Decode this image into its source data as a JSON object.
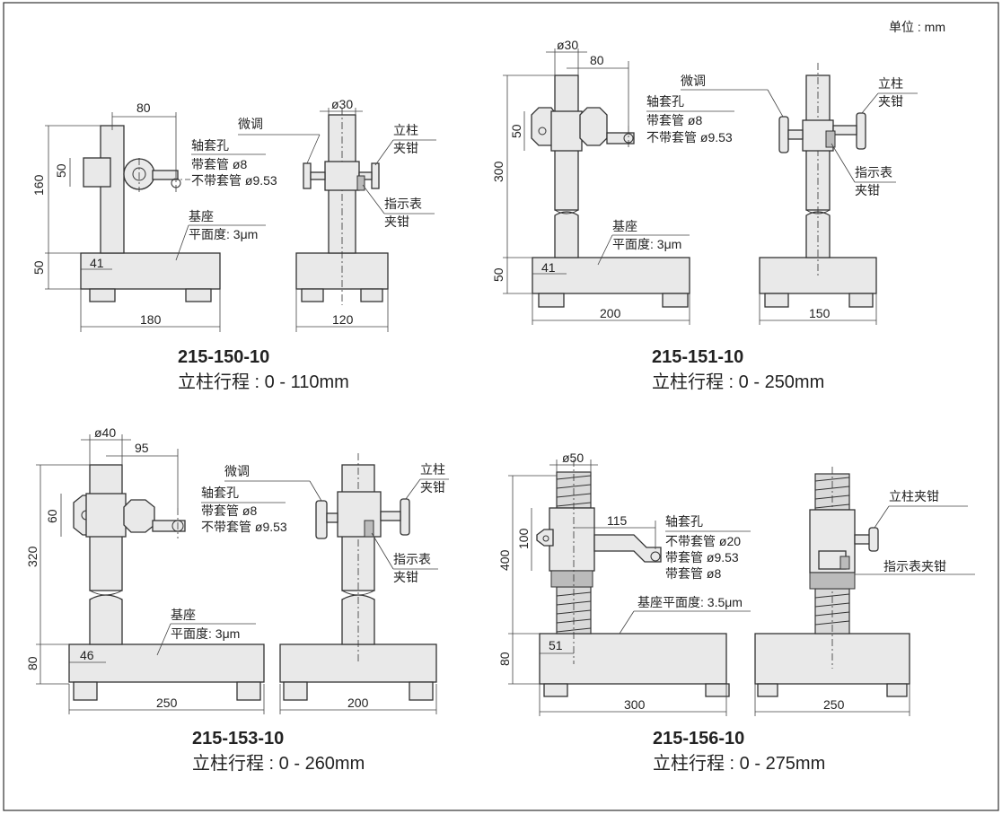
{
  "unit_label": "单位 : mm",
  "labels": {
    "spindle_hole": "轴套孔",
    "with_sleeve_8": "带套管 ø8",
    "without_sleeve_953": "不带套管 ø9.53",
    "without_sleeve_20": "不带套管 ø20",
    "with_sleeve_953": "带套管 ø9.53",
    "fine_adjust": "微调",
    "column": "立柱",
    "clamp": "夹钳",
    "indicator": "指示表",
    "base": "基座",
    "flatness_3": "平面度: 3μm",
    "flatness_35": "平面度: 3.5μm",
    "base_flatness_35": "基座平面度: 3.5μm",
    "column_clamp": "立柱夹钳",
    "indicator_clamp": "指示表夹钳"
  },
  "models": [
    {
      "code": "215-150-10",
      "travel": "立柱行程 : 0 - 110mm",
      "dims": {
        "d_column": "ø30",
        "reach": "80",
        "height": "160",
        "block": "50",
        "base_h": "50",
        "offset": "41",
        "base_w": "180",
        "side_w": "120"
      }
    },
    {
      "code": "215-151-10",
      "travel": "立柱行程 : 0 - 250mm",
      "dims": {
        "d_column": "ø30",
        "reach": "80",
        "height": "300",
        "block": "50",
        "base_h": "50",
        "offset": "41",
        "base_w": "200",
        "side_w": "150"
      }
    },
    {
      "code": "215-153-10",
      "travel": "立柱行程 : 0 - 260mm",
      "dims": {
        "d_column": "ø40",
        "reach": "95",
        "height": "320",
        "block": "60",
        "base_h": "80",
        "offset": "46",
        "base_w": "250",
        "side_w": "200"
      }
    },
    {
      "code": "215-156-10",
      "travel": "立柱行程 : 0 - 275mm",
      "dims": {
        "d_column": "ø50",
        "reach": "115",
        "height": "400",
        "block": "100",
        "base_h": "80",
        "offset": "51",
        "base_w": "300",
        "side_w": "250"
      }
    }
  ]
}
